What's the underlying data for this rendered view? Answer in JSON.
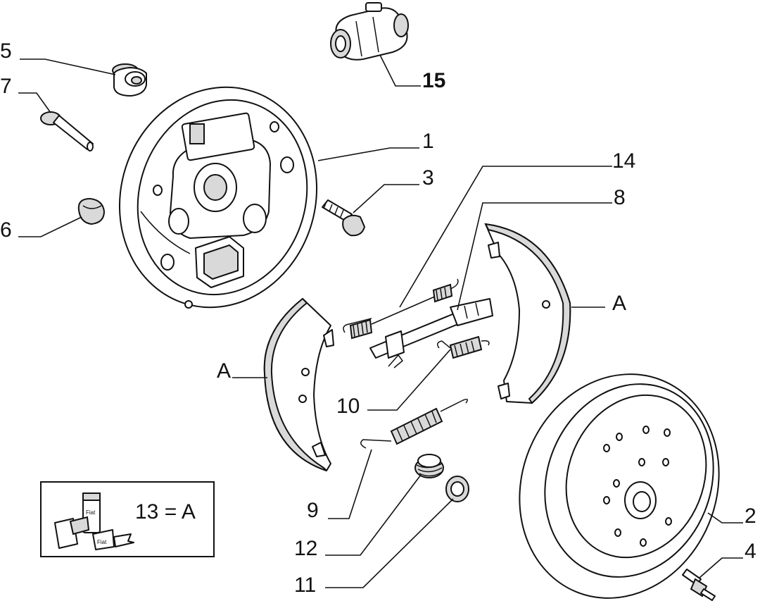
{
  "labels": {
    "p1": "1",
    "p2": "2",
    "p3": "3",
    "p4": "4",
    "p5": "5",
    "p6": "6",
    "p7": "7",
    "p8": "8",
    "p9": "9",
    "p10": "10",
    "p11": "11",
    "p12": "12",
    "p14": "14",
    "p15": "15",
    "shoe_left": "A",
    "shoe_right": "A"
  },
  "legend": {
    "text": "13 = A",
    "tube_label": "Fiat",
    "box_label": "Fiat"
  }
}
